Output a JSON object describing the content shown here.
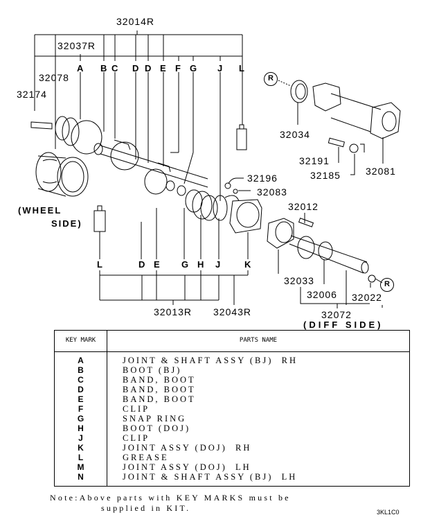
{
  "diagram": {
    "part_numbers": {
      "p32014R": "32014R",
      "p32037R": "32037R",
      "p32078": "32078",
      "p32174": "32174",
      "p32034": "32034",
      "p32191": "32191",
      "p32185": "32185",
      "p32081": "32081",
      "p32196": "32196",
      "p32083": "32083",
      "p32012": "32012",
      "p32033": "32033",
      "p32006": "32006",
      "p32022": "32022",
      "p32072": "32072",
      "p32013R": "32013R",
      "p32043R": "32043R"
    },
    "top_keys": [
      "A",
      "B",
      "C",
      "D",
      "D",
      "E",
      "F",
      "G",
      "J",
      "L"
    ],
    "bottom_keys": [
      "L",
      "D",
      "E",
      "G",
      "H",
      "J",
      "K"
    ],
    "side_labels": {
      "wheel_side_1": "(WHEEL",
      "wheel_side_2": "SIDE)",
      "diff_side": "(DIFF SIDE)"
    },
    "ref_marker": "R"
  },
  "table": {
    "header_key": "KEY MARK",
    "header_name": "PARTS NAME",
    "rows": [
      {
        "key": "A",
        "name": "JOINT & SHAFT ASSY (BJ)  RH"
      },
      {
        "key": "B",
        "name": "BOOT (BJ)"
      },
      {
        "key": "C",
        "name": "BAND, BOOT"
      },
      {
        "key": "D",
        "name": "BAND, BOOT"
      },
      {
        "key": "E",
        "name": "BAND, BOOT"
      },
      {
        "key": "F",
        "name": "CLIP"
      },
      {
        "key": "G",
        "name": "SNAP RING"
      },
      {
        "key": "H",
        "name": "BOOT (DOJ)"
      },
      {
        "key": "J",
        "name": "CLIP"
      },
      {
        "key": "K",
        "name": "JOINT ASSY (DOJ)  RH"
      },
      {
        "key": "L",
        "name": "GREASE"
      },
      {
        "key": "M",
        "name": "JOINT ASSY (DOJ)  LH"
      },
      {
        "key": "N",
        "name": "JOINT & SHAFT ASSY (BJ)  LH"
      }
    ]
  },
  "note": {
    "line1": "Note:Above parts with KEY MARKS must be",
    "line2": "supplied in KIT."
  },
  "figure_code": "3KL1C0"
}
